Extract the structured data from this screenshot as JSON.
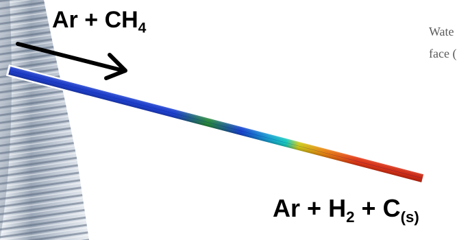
{
  "inlet": {
    "species_1": "Ar",
    "plus": "+",
    "species_2": "CH",
    "species_2_sub": "4"
  },
  "outlet": {
    "species_1": "Ar",
    "plus_1": "+",
    "species_2": "H",
    "species_2_sub": "2",
    "plus_2": "+",
    "species_3": "C",
    "species_3_sub": "(s)"
  },
  "background_text": {
    "line_1": "Wate",
    "line_2": "face ("
  },
  "colors": {
    "tube_inlet": "#1f3fcf",
    "tube_mid": "#19c9d8",
    "tube_hot": "#e83a18",
    "tube_outline": "#ffffff",
    "arrow": "#000000",
    "text": "#000000",
    "photo_stripes": "#8c9aac"
  },
  "icons": {
    "flow_arrow": "arrow-right-icon"
  }
}
